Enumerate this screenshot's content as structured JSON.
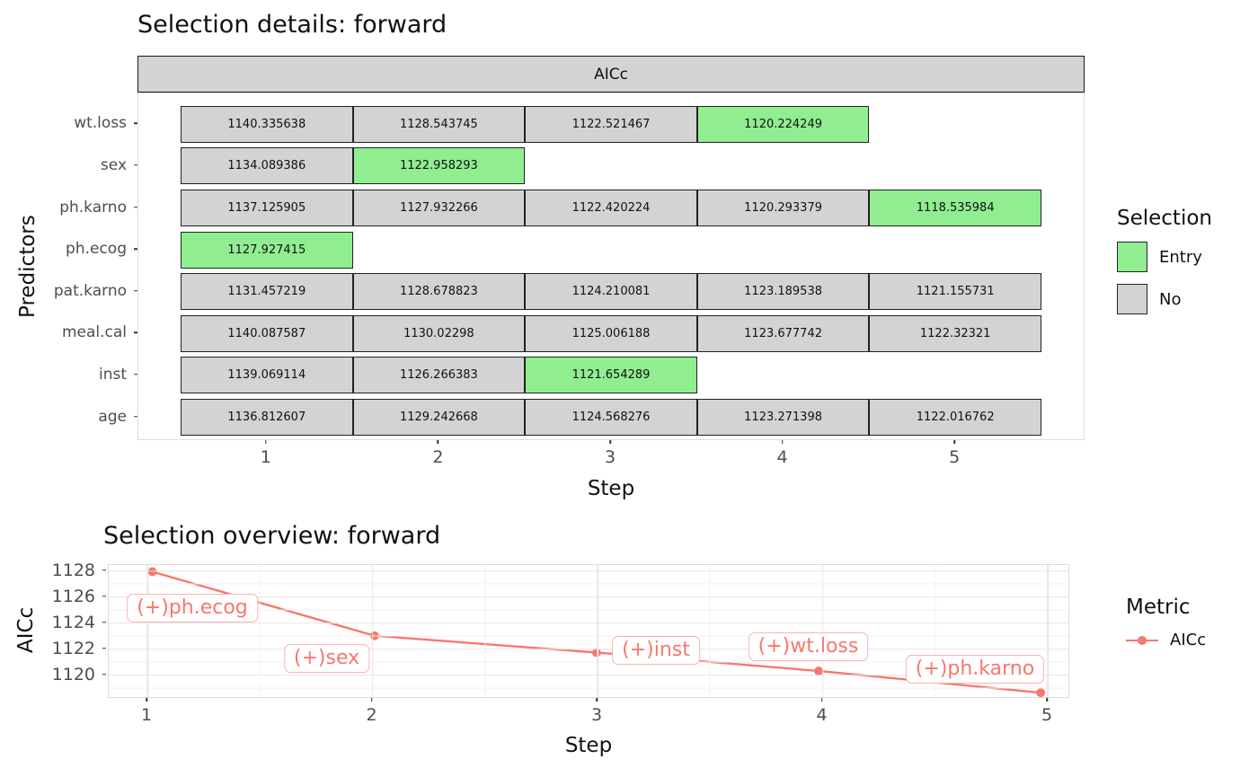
{
  "chart_data": [
    {
      "type": "heatmap",
      "title": "Selection details: forward",
      "strip_label": "AICc",
      "xlabel": "Step",
      "ylabel": "Predictors",
      "x_ticks": [
        "1",
        "2",
        "3",
        "4",
        "5"
      ],
      "legend_position": "right",
      "legend": {
        "title": "Selection",
        "entries": [
          {
            "label": "Entry",
            "color": "#90ee90"
          },
          {
            "label": "No",
            "color": "#d3d3d3"
          }
        ]
      },
      "rows": [
        {
          "predictor": "wt.loss",
          "cells": [
            {
              "value": "1140.335638",
              "selection": "No"
            },
            {
              "value": "1128.543745",
              "selection": "No"
            },
            {
              "value": "1122.521467",
              "selection": "No"
            },
            {
              "value": "1120.224249",
              "selection": "Entry"
            },
            null
          ]
        },
        {
          "predictor": "sex",
          "cells": [
            {
              "value": "1134.089386",
              "selection": "No"
            },
            {
              "value": "1122.958293",
              "selection": "Entry"
            },
            null,
            null,
            null
          ]
        },
        {
          "predictor": "ph.karno",
          "cells": [
            {
              "value": "1137.125905",
              "selection": "No"
            },
            {
              "value": "1127.932266",
              "selection": "No"
            },
            {
              "value": "1122.420224",
              "selection": "No"
            },
            {
              "value": "1120.293379",
              "selection": "No"
            },
            {
              "value": "1118.535984",
              "selection": "Entry"
            }
          ]
        },
        {
          "predictor": "ph.ecog",
          "cells": [
            {
              "value": "1127.927415",
              "selection": "Entry"
            },
            null,
            null,
            null,
            null
          ]
        },
        {
          "predictor": "pat.karno",
          "cells": [
            {
              "value": "1131.457219",
              "selection": "No"
            },
            {
              "value": "1128.678823",
              "selection": "No"
            },
            {
              "value": "1124.210081",
              "selection": "No"
            },
            {
              "value": "1123.189538",
              "selection": "No"
            },
            {
              "value": "1121.155731",
              "selection": "No"
            }
          ]
        },
        {
          "predictor": "meal.cal",
          "cells": [
            {
              "value": "1140.087587",
              "selection": "No"
            },
            {
              "value": "1130.02298",
              "selection": "No"
            },
            {
              "value": "1125.006188",
              "selection": "No"
            },
            {
              "value": "1123.677742",
              "selection": "No"
            },
            {
              "value": "1122.32321",
              "selection": "No"
            }
          ]
        },
        {
          "predictor": "inst",
          "cells": [
            {
              "value": "1139.069114",
              "selection": "No"
            },
            {
              "value": "1126.266383",
              "selection": "No"
            },
            {
              "value": "1121.654289",
              "selection": "Entry"
            },
            null,
            null
          ]
        },
        {
          "predictor": "age",
          "cells": [
            {
              "value": "1136.812607",
              "selection": "No"
            },
            {
              "value": "1129.242668",
              "selection": "No"
            },
            {
              "value": "1124.568276",
              "selection": "No"
            },
            {
              "value": "1123.271398",
              "selection": "No"
            },
            {
              "value": "1122.016762",
              "selection": "No"
            }
          ]
        }
      ]
    },
    {
      "type": "line",
      "title": "Selection overview: forward",
      "xlabel": "Step",
      "ylabel": "AICc",
      "x": [
        1,
        2,
        3,
        4,
        5
      ],
      "y": [
        1127.927415,
        1122.958293,
        1121.654289,
        1120.224249,
        1118.535984
      ],
      "x_ticks": [
        "1",
        "2",
        "3",
        "4",
        "5"
      ],
      "y_ticks": [
        1128,
        1126,
        1124,
        1122,
        1120
      ],
      "ylim": [
        1118.2,
        1128.45
      ],
      "grid": true,
      "line_color": "#f8766d",
      "legend_position": "right",
      "annotations": [
        {
          "step": 1,
          "label": "(+)ph.ecog"
        },
        {
          "step": 2,
          "label": "(+)sex"
        },
        {
          "step": 3,
          "label": "(+)inst"
        },
        {
          "step": 4,
          "label": "(+)wt.loss"
        },
        {
          "step": 5,
          "label": "(+)ph.karno"
        }
      ],
      "legend": {
        "title": "Metric",
        "entries": [
          {
            "label": "AICc",
            "color": "#f8766d"
          }
        ]
      }
    }
  ]
}
